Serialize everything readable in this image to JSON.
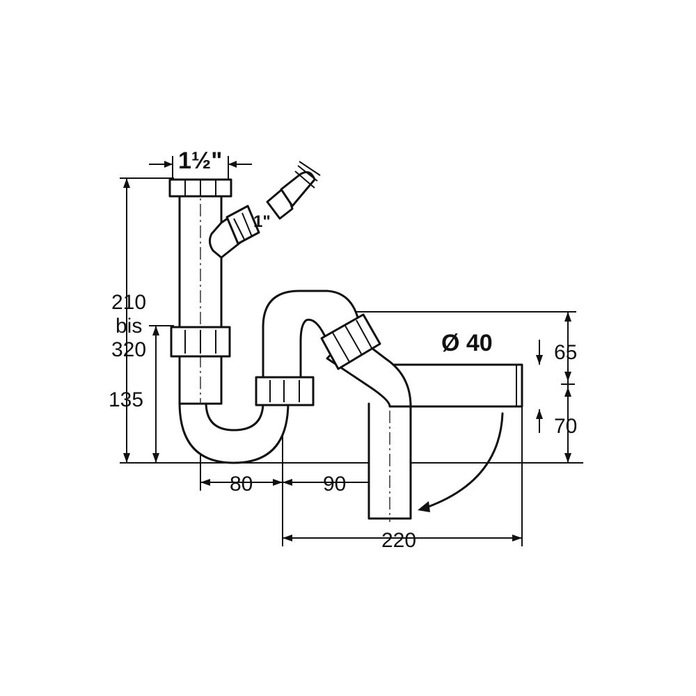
{
  "labels": {
    "inlet_size": "1½\"",
    "side_inlet_size": "1\"",
    "height_range_top": "210",
    "height_range_mid": "bis",
    "height_range_bottom": "320",
    "height_low": "135",
    "width_left": "80",
    "width_mid": "90",
    "width_total": "220",
    "outlet_diameter": "Ø 40",
    "outlet_upper": "65",
    "outlet_lower": "70"
  }
}
